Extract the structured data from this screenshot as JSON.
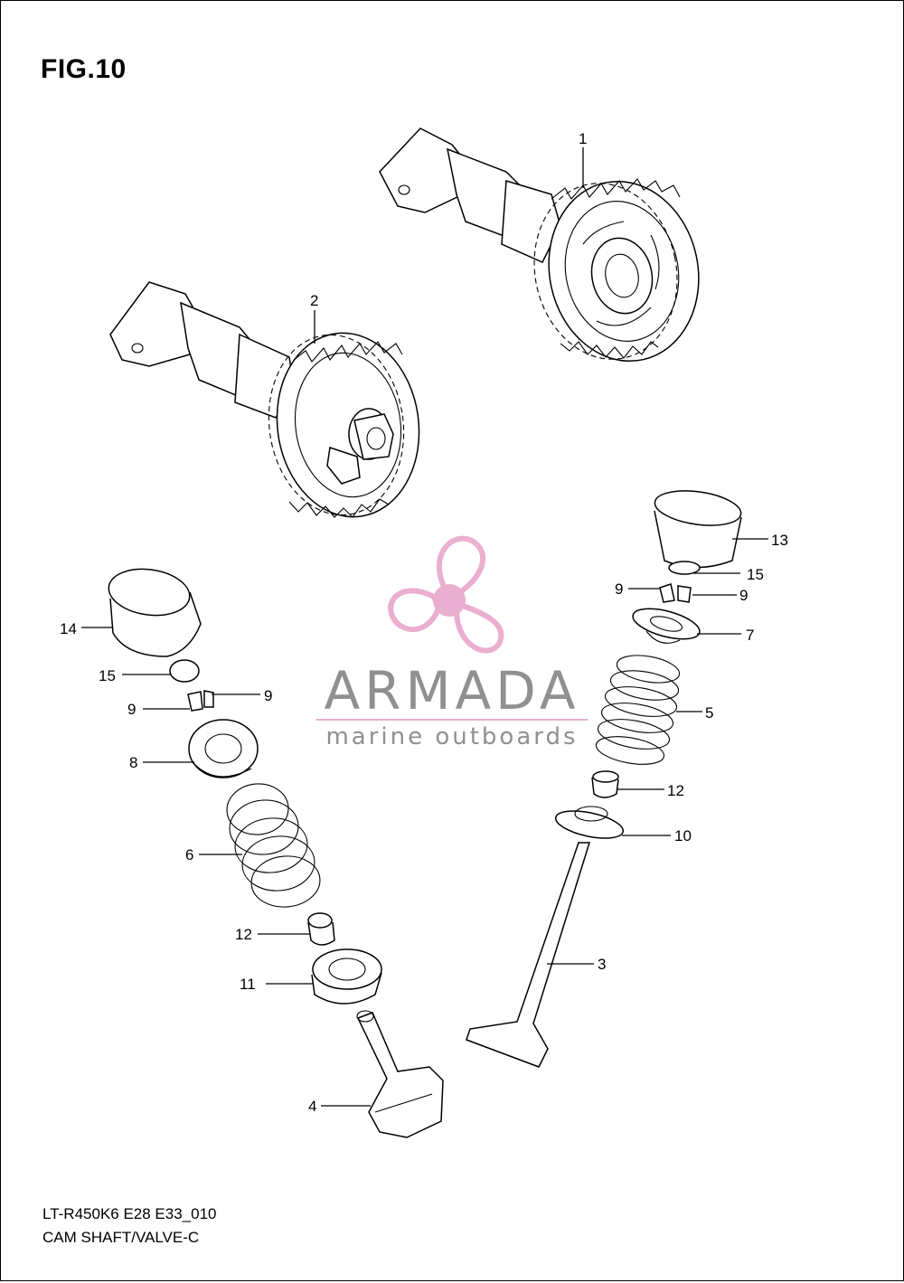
{
  "figure": {
    "title": "FIG.10",
    "model_code": "LT-R450K6 E28 E33_010",
    "section_name": "CAM SHAFT/VALVE-C"
  },
  "watermark": {
    "brand_name": "ARMADA",
    "tagline": "marine outboards",
    "logo_color": "#e8a6cc",
    "text_color": "#909090"
  },
  "callouts": {
    "c1": "1",
    "c2": "2",
    "c3": "3",
    "c4": "4",
    "c5": "5",
    "c6": "6",
    "c7": "7",
    "c8": "8",
    "c9a": "9",
    "c9b": "9",
    "c9c": "9",
    "c9d": "9",
    "c10": "10",
    "c11": "11",
    "c12a": "12",
    "c12b": "12",
    "c13": "13",
    "c14": "14",
    "c15a": "15",
    "c15b": "15"
  }
}
